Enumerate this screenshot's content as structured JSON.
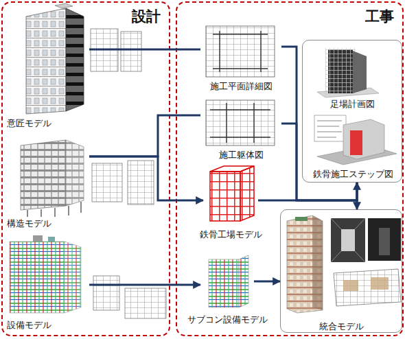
{
  "diagram": {
    "nodes": [
      {
        "text": [
          "設計"
        ]
      },
      {
        "text": [
          "意匠モデル"
        ],
        "in": 0
      },
      {
        "text": [
          "構造モデル"
        ],
        "in": 0
      },
      {
        "text": [
          "設備モデル"
        ],
        "in": 0
      },
      {
        "text": [
          "工事"
        ]
      },
      {
        "text": [
          "施工平面詳細図"
        ],
        "in": 4
      },
      {
        "text": [
          "施工躯体図"
        ],
        "in": 4
      },
      {
        "text": [],
        "in": 4
      },
      {
        "text": [
          "足場計画図"
        ],
        "in": 7
      },
      {
        "text": [
          "鉄骨施工ステップ図"
        ],
        "in": 7
      },
      {
        "text": [
          "鉄骨工場モデル"
        ],
        "in": 4
      },
      {
        "text": [
          "サブコン設備モデル"
        ],
        "in": 4
      },
      {
        "text": [
          "統合モデル"
        ],
        "in": 4
      }
    ],
    "edges": [
      {
        "from": 1,
        "to": 5,
        "arrow": "none"
      },
      {
        "from": 2,
        "to": 6,
        "arrow": "none"
      },
      {
        "from": 2,
        "to": 10,
        "arrow": "to"
      },
      {
        "from": 3,
        "to": 11,
        "arrow": "to"
      },
      {
        "from": 11,
        "to": 12,
        "arrow": "to"
      },
      {
        "from": 5,
        "to": 7,
        "arrow": "none"
      },
      {
        "from": 6,
        "to": 7,
        "arrow": "none"
      },
      {
        "from": 10,
        "to": 7,
        "arrow": "none"
      },
      {
        "from": 7,
        "to": 12,
        "arrow": "both"
      }
    ]
  }
}
